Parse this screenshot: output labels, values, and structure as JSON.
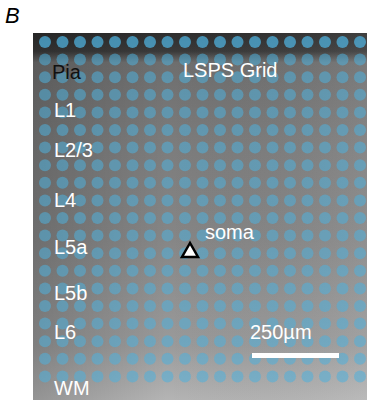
{
  "diagram": {
    "labels": [
      "B",
      "Pia",
      "LSPS Grid",
      "L1",
      "L2/3",
      "L4",
      "L5a",
      "L5b",
      "L6",
      "soma",
      "250µm",
      "WM"
    ]
  }
}
